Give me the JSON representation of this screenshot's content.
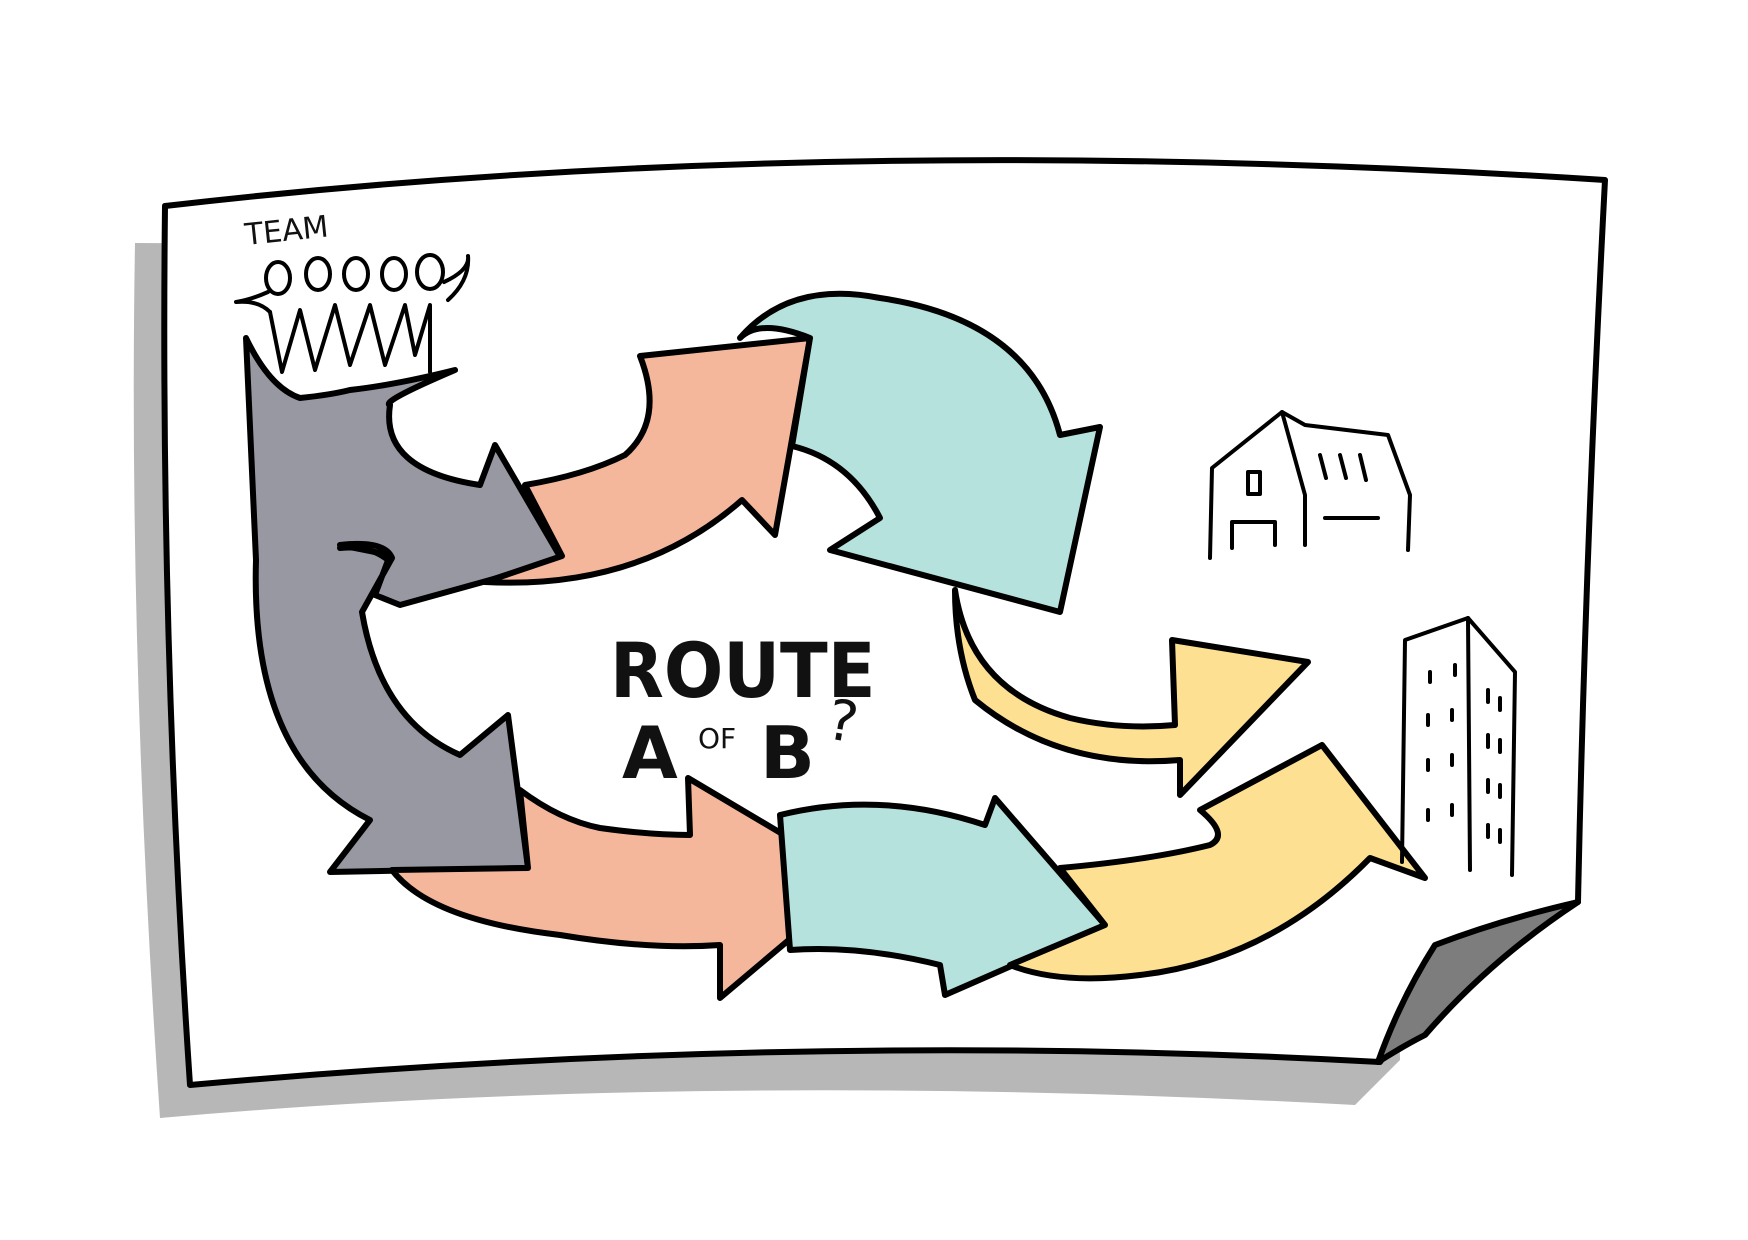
{
  "team": {
    "label": "TEAM"
  },
  "route": {
    "line1": "ROUTE",
    "letter_a": "A",
    "connector": "OF",
    "letter_b": "B",
    "question_mark": "?"
  },
  "colors": {
    "paper": "#ffffff",
    "shadow": "#b7b7b7",
    "curl": "#7d7d7d",
    "grey_arrow": "#9898a3",
    "salmon_arrow": "#f5b79c",
    "mint_arrow": "#b5e2dd",
    "yellow_arrow": "#fde091",
    "ink": "#000000"
  },
  "icons": {
    "people": "team-people-icon",
    "house": "house-icon",
    "tower": "tower-building-icon"
  }
}
